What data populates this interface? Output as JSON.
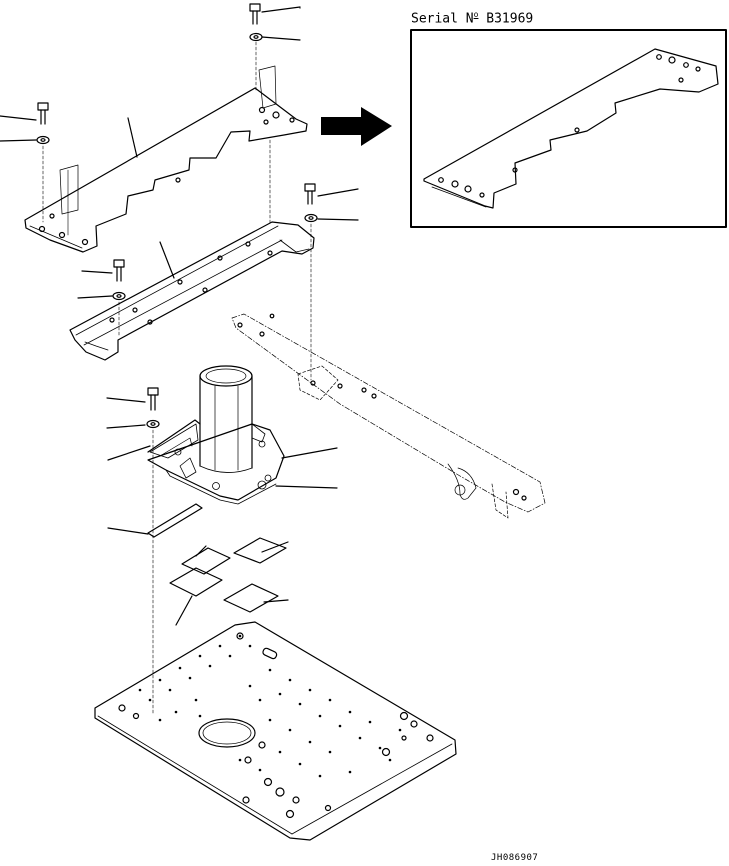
{
  "serial": {
    "prefix": "Serial N",
    "superscript": "o",
    "number": "B31969"
  },
  "drawing_number": "JH086907",
  "colors": {
    "line": "#000000",
    "background": "#ffffff"
  }
}
